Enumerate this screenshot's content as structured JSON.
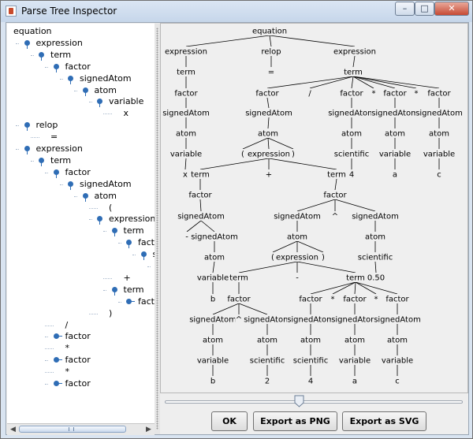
{
  "window": {
    "title": "Parse Tree Inspector",
    "controls": {
      "minimize": "–",
      "maximize": "□",
      "close": "✕"
    }
  },
  "left_tree": {
    "items": [
      {
        "label": "equation",
        "level": 0,
        "knob": "none"
      },
      {
        "label": "expression",
        "level": 1,
        "knob": "down"
      },
      {
        "label": "term",
        "level": 2,
        "knob": "down"
      },
      {
        "label": "factor",
        "level": 3,
        "knob": "down"
      },
      {
        "label": "signedAtom",
        "level": 4,
        "knob": "down"
      },
      {
        "label": "atom",
        "level": 5,
        "knob": "down"
      },
      {
        "label": "variable",
        "level": 6,
        "knob": "down"
      },
      {
        "label": "x",
        "level": 7,
        "knob": "leaf"
      },
      {
        "label": "relop",
        "level": 1,
        "knob": "down"
      },
      {
        "label": "=",
        "level": 2,
        "knob": "leaf"
      },
      {
        "label": "expression",
        "level": 1,
        "knob": "down"
      },
      {
        "label": "term",
        "level": 2,
        "knob": "down"
      },
      {
        "label": "factor",
        "level": 3,
        "knob": "down"
      },
      {
        "label": "signedAtom",
        "level": 4,
        "knob": "down"
      },
      {
        "label": "atom",
        "level": 5,
        "knob": "down"
      },
      {
        "label": "(",
        "level": 6,
        "knob": "leaf"
      },
      {
        "label": "expression",
        "level": 6,
        "knob": "down"
      },
      {
        "label": "term",
        "level": 7,
        "knob": "down"
      },
      {
        "label": "factor",
        "level": 8,
        "knob": "down"
      },
      {
        "label": "sig",
        "level": 9,
        "knob": "down"
      },
      {
        "label": "",
        "level": 10,
        "knob": "down"
      },
      {
        "label": "+",
        "level": 7,
        "knob": "leaf"
      },
      {
        "label": "term",
        "level": 7,
        "knob": "down"
      },
      {
        "label": "factor",
        "level": 8,
        "knob": "right"
      },
      {
        "label": ")",
        "level": 6,
        "knob": "leaf"
      },
      {
        "label": "/",
        "level": 3,
        "knob": "leaf"
      },
      {
        "label": "factor",
        "level": 3,
        "knob": "right"
      },
      {
        "label": "*",
        "level": 3,
        "knob": "leaf"
      },
      {
        "label": "factor",
        "level": 3,
        "knob": "right"
      },
      {
        "label": "*",
        "level": 3,
        "knob": "leaf"
      },
      {
        "label": "factor",
        "level": 3,
        "knob": "right"
      }
    ]
  },
  "parse_tree": {
    "nodes": [
      {
        "id": "n0",
        "label": "equation"
      },
      {
        "id": "n1",
        "label": "expression",
        "parent": "n0"
      },
      {
        "id": "n2",
        "label": "relop",
        "parent": "n0"
      },
      {
        "id": "n3",
        "label": "expression",
        "parent": "n0"
      },
      {
        "id": "n4",
        "label": "term",
        "parent": "n1"
      },
      {
        "id": "n5",
        "label": "=",
        "parent": "n2"
      },
      {
        "id": "n6",
        "label": "term",
        "parent": "n3"
      },
      {
        "id": "n7",
        "label": "factor",
        "parent": "n4"
      },
      {
        "id": "n8",
        "label": "factor",
        "parent": "n6"
      },
      {
        "id": "n9",
        "label": "/",
        "parent": "n6"
      },
      {
        "id": "n10",
        "label": "factor",
        "parent": "n6"
      },
      {
        "id": "n11",
        "label": "*",
        "parent": "n6"
      },
      {
        "id": "n12",
        "label": "factor",
        "parent": "n6"
      },
      {
        "id": "n13",
        "label": "*",
        "parent": "n6"
      },
      {
        "id": "n14",
        "label": "factor",
        "parent": "n6"
      },
      {
        "id": "n15",
        "label": "signedAtom",
        "parent": "n7"
      },
      {
        "id": "n16",
        "label": "signedAtom",
        "parent": "n8"
      },
      {
        "id": "n17",
        "label": "signedAtom",
        "parent": "n10"
      },
      {
        "id": "n18",
        "label": "signedAtom",
        "parent": "n12"
      },
      {
        "id": "n19",
        "label": "signedAtom",
        "parent": "n14"
      },
      {
        "id": "n20",
        "label": "atom",
        "parent": "n15"
      },
      {
        "id": "n21",
        "label": "atom",
        "parent": "n16"
      },
      {
        "id": "n22",
        "label": "atom",
        "parent": "n17"
      },
      {
        "id": "n23",
        "label": "atom",
        "parent": "n18"
      },
      {
        "id": "n24",
        "label": "atom",
        "parent": "n19"
      },
      {
        "id": "n25",
        "label": "variable",
        "parent": "n20"
      },
      {
        "id": "n26",
        "label": "(",
        "parent": "n21"
      },
      {
        "id": "n27",
        "label": "expression",
        "parent": "n21"
      },
      {
        "id": "n28",
        "label": ")",
        "parent": "n21"
      },
      {
        "id": "n29",
        "label": "scientific",
        "parent": "n22"
      },
      {
        "id": "n30",
        "label": "variable",
        "parent": "n23"
      },
      {
        "id": "n31",
        "label": "variable",
        "parent": "n24"
      },
      {
        "id": "n32",
        "label": "x",
        "parent": "n25"
      },
      {
        "id": "n33",
        "label": "term",
        "parent": "n27"
      },
      {
        "id": "n34",
        "label": "+",
        "parent": "n27"
      },
      {
        "id": "n35",
        "label": "term",
        "parent": "n27"
      },
      {
        "id": "n36",
        "label": "4",
        "parent": "n29"
      },
      {
        "id": "n37",
        "label": "a",
        "parent": "n30"
      },
      {
        "id": "n38",
        "label": "c",
        "parent": "n31"
      },
      {
        "id": "n39",
        "label": "factor",
        "parent": "n33"
      },
      {
        "id": "n40",
        "label": "factor",
        "parent": "n35"
      },
      {
        "id": "n41",
        "label": "signedAtom",
        "parent": "n39"
      },
      {
        "id": "n42",
        "label": "signedAtom",
        "parent": "n40"
      },
      {
        "id": "n43",
        "label": "^",
        "parent": "n40"
      },
      {
        "id": "n44",
        "label": "signedAtom",
        "parent": "n40"
      },
      {
        "id": "n45",
        "label": "-",
        "parent": "n41"
      },
      {
        "id": "n46",
        "label": "signedAtom",
        "parent": "n41"
      },
      {
        "id": "n47",
        "label": "atom",
        "parent": "n42"
      },
      {
        "id": "n48",
        "label": "atom",
        "parent": "n44"
      },
      {
        "id": "n49",
        "label": "atom",
        "parent": "n46"
      },
      {
        "id": "n50",
        "label": "(",
        "parent": "n47"
      },
      {
        "id": "n51",
        "label": "expression",
        "parent": "n47"
      },
      {
        "id": "n52",
        "label": ")",
        "parent": "n47"
      },
      {
        "id": "n53",
        "label": "scientific",
        "parent": "n48"
      },
      {
        "id": "n54",
        "label": "variable",
        "parent": "n49"
      },
      {
        "id": "n55",
        "label": "term",
        "parent": "n51"
      },
      {
        "id": "n56",
        "label": "-",
        "parent": "n51"
      },
      {
        "id": "n57",
        "label": "term",
        "parent": "n51"
      },
      {
        "id": "n58",
        "label": "0.50",
        "parent": "n53"
      },
      {
        "id": "n59",
        "label": "b",
        "parent": "n54"
      },
      {
        "id": "n60",
        "label": "factor",
        "parent": "n55"
      },
      {
        "id": "n61",
        "label": "factor",
        "parent": "n57"
      },
      {
        "id": "n62",
        "label": "*",
        "parent": "n57"
      },
      {
        "id": "n63",
        "label": "factor",
        "parent": "n57"
      },
      {
        "id": "n64",
        "label": "*",
        "parent": "n57"
      },
      {
        "id": "n65",
        "label": "factor",
        "parent": "n57"
      },
      {
        "id": "n66",
        "label": "signedAtom",
        "parent": "n60"
      },
      {
        "id": "n67",
        "label": "^",
        "parent": "n60"
      },
      {
        "id": "n68",
        "label": "signedAtom",
        "parent": "n60"
      },
      {
        "id": "n69",
        "label": "signedAtom",
        "parent": "n61"
      },
      {
        "id": "n70",
        "label": "signedAtom",
        "parent": "n63"
      },
      {
        "id": "n71",
        "label": "signedAtom",
        "parent": "n65"
      },
      {
        "id": "n72",
        "label": "atom",
        "parent": "n66"
      },
      {
        "id": "n73",
        "label": "atom",
        "parent": "n68"
      },
      {
        "id": "n74",
        "label": "atom",
        "parent": "n69"
      },
      {
        "id": "n75",
        "label": "atom",
        "parent": "n70"
      },
      {
        "id": "n76",
        "label": "atom",
        "parent": "n71"
      },
      {
        "id": "n77",
        "label": "variable",
        "parent": "n72"
      },
      {
        "id": "n78",
        "label": "scientific",
        "parent": "n73"
      },
      {
        "id": "n79",
        "label": "scientific",
        "parent": "n74"
      },
      {
        "id": "n80",
        "label": "variable",
        "parent": "n75"
      },
      {
        "id": "n81",
        "label": "variable",
        "parent": "n76"
      },
      {
        "id": "n82",
        "label": "b",
        "parent": "n77"
      },
      {
        "id": "n83",
        "label": "2",
        "parent": "n78"
      },
      {
        "id": "n84",
        "label": "4",
        "parent": "n79"
      },
      {
        "id": "n85",
        "label": "a",
        "parent": "n80"
      },
      {
        "id": "n86",
        "label": "c",
        "parent": "n81"
      }
    ]
  },
  "buttons": {
    "ok": "OK",
    "export_png": "Export as PNG",
    "export_svg": "Export as SVG"
  },
  "left_scrollbar": {
    "grip": "|||"
  }
}
